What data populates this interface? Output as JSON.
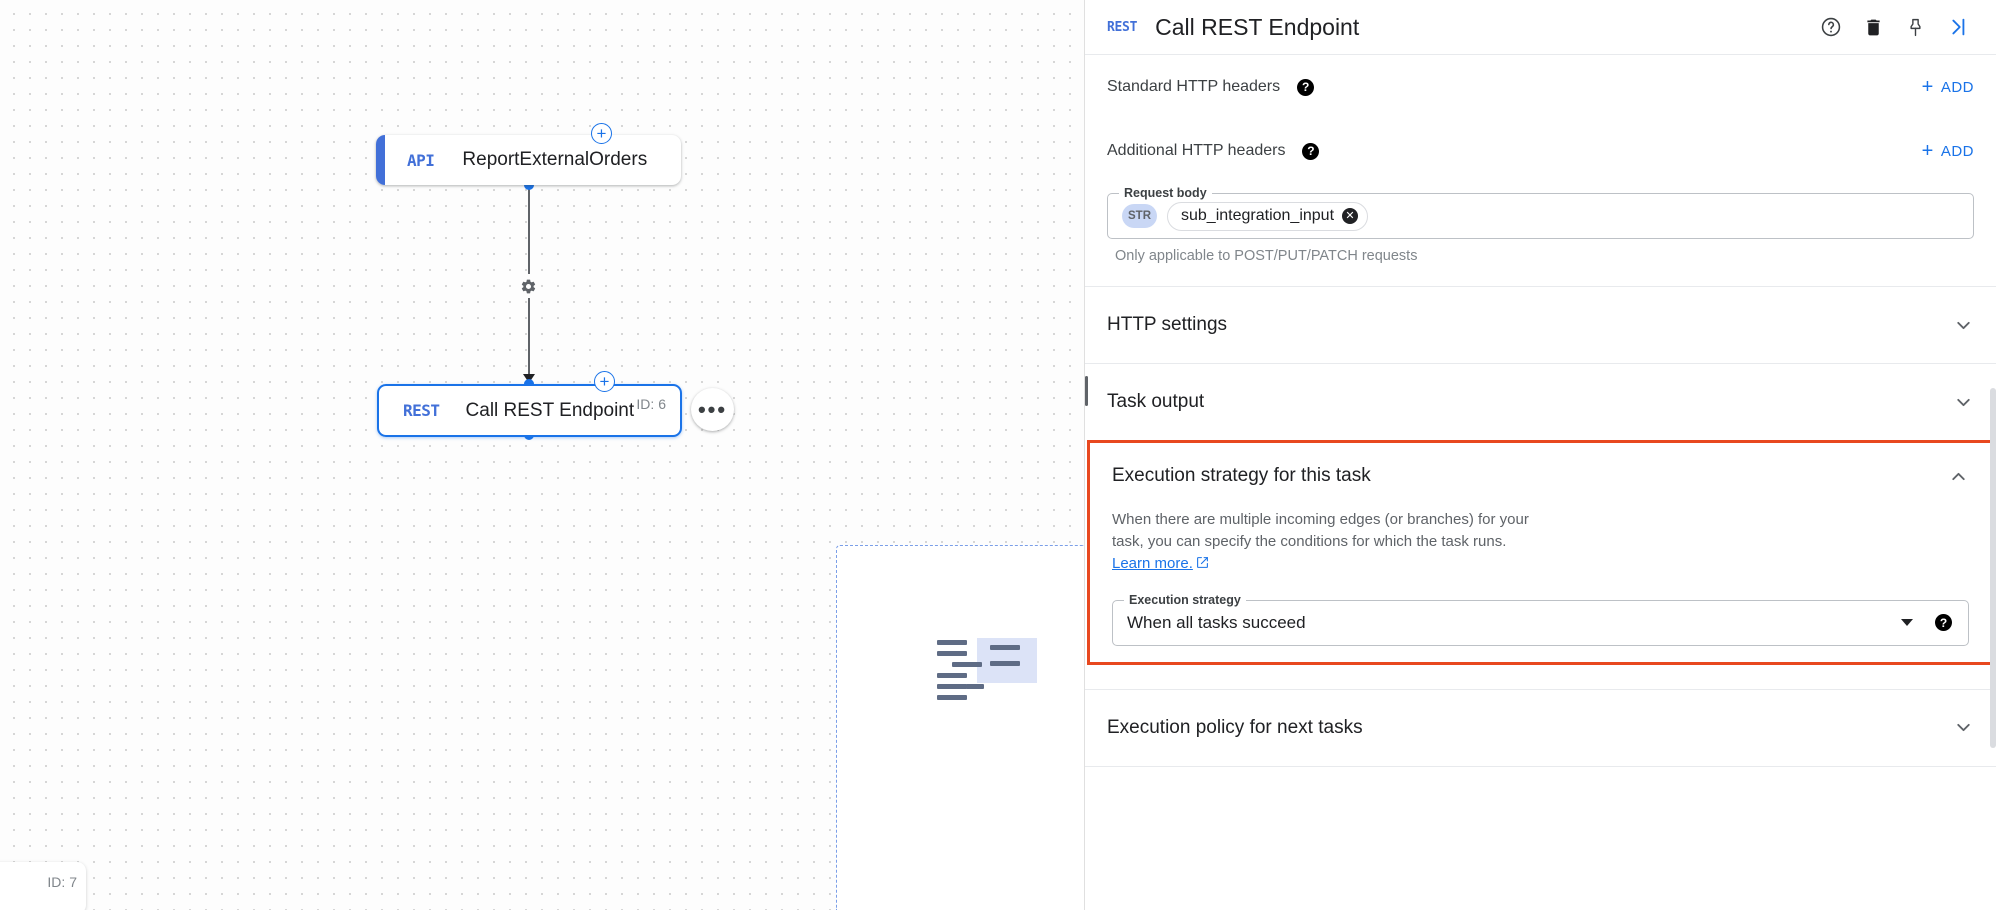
{
  "canvas": {
    "nodes": [
      {
        "badge": "API",
        "label": "ReportExternalOrders",
        "id_label": ""
      },
      {
        "badge": "REST",
        "label": "Call REST Endpoint",
        "id_label": "ID: 6"
      }
    ],
    "partial_node_id_label": "ID: 7",
    "add_button_label": "+",
    "more_button_label": "•••",
    "gear_icon": "settings-gear-icon"
  },
  "panel": {
    "header": {
      "badge": "REST",
      "title": "Call REST Endpoint",
      "icons": [
        "help-circle-icon",
        "trash-icon",
        "pin-icon",
        "collapse-right-icon"
      ]
    },
    "standard_headers": {
      "label": "Standard HTTP headers",
      "help_icon": "help-icon",
      "add_label": "ADD",
      "add_plus": "+"
    },
    "additional_headers": {
      "label": "Additional HTTP headers",
      "help_icon": "help-icon",
      "add_label": "ADD",
      "add_plus": "+"
    },
    "request_body": {
      "legend": "Request body",
      "type_pill": "STR",
      "value": "sub_integration_input",
      "clear_icon": "clear-circle-icon",
      "helper": "Only applicable to POST/PUT/PATCH requests"
    },
    "http_settings": {
      "title": "HTTP settings",
      "chevron": "chevron-down-icon"
    },
    "task_output": {
      "title": "Task output",
      "chevron": "chevron-down-icon"
    },
    "execution_strategy": {
      "title": "Execution strategy for this task",
      "chevron": "chevron-up-icon",
      "description_part1": "When there are multiple incoming edges (or branches) for your task, you can specify the conditions for which the task runs.",
      "link_text": "Learn more.",
      "link_icon": "external-link-icon",
      "field_legend": "Execution strategy",
      "selected_value": "When all tasks succeed",
      "dropdown_icon": "caret-down-icon",
      "help_icon": "help-icon",
      "highlight_color": "#e8481f"
    },
    "execution_policy": {
      "title": "Execution policy for next tasks",
      "chevron": "chevron-down-icon"
    }
  },
  "colors": {
    "accent_blue": "#1a73e8",
    "node_blue": "#4270d8",
    "highlight_orange": "#e8481f",
    "text_primary": "#202124",
    "text_secondary": "#5f6368"
  }
}
